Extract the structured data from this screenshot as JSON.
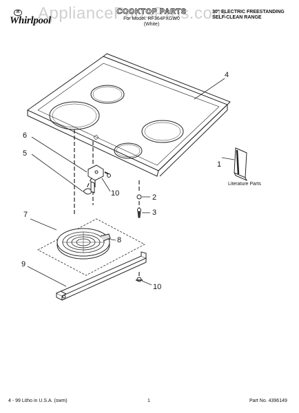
{
  "header": {
    "brand": "Whirlpool",
    "brand_badge": "R",
    "watermark": "AppliancePartsPros.com",
    "section_title": "COOKTOP PARTS",
    "model_line": "For Model: RF364PXGW0",
    "color_line": "(White)",
    "product_lines": [
      "30\" ELECTRIC FREESTANDING",
      "SELF-CLEAN RANGE"
    ]
  },
  "callouts": [
    "1",
    "2",
    "3",
    "4",
    "5",
    "6",
    "7",
    "8",
    "9",
    "10",
    "10"
  ],
  "literature_label": "Literature Parts",
  "footer": {
    "left": "4 - 99 Litho in U.S.A. (swm)",
    "page": "1",
    "part_no": "Part No. 4396149"
  }
}
